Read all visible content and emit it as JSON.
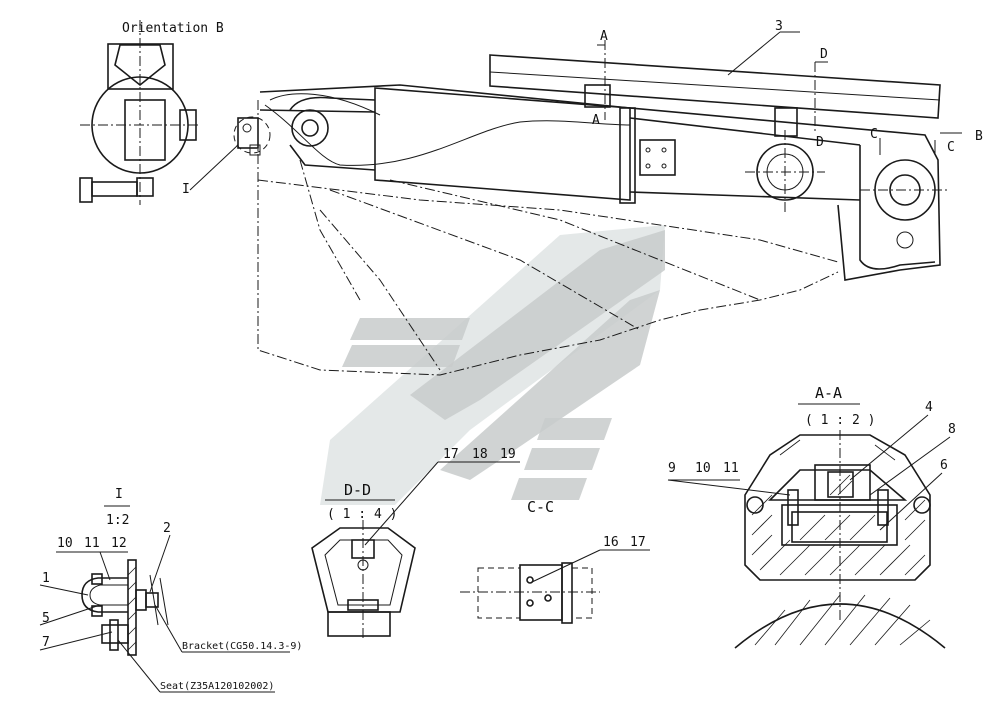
{
  "labels": {
    "orientation": "Orientation B",
    "section_aa": "A-A",
    "scale_aa": "( 1 : 2 )",
    "section_dd": "D-D",
    "scale_dd": "( 1 : 4 )",
    "section_cc": "C-C",
    "detail_i": "I",
    "scale_i": "1:2",
    "bracket": "Bracket(CG50.14.3-9)",
    "seat": "Seat(Z35A120102002)"
  },
  "section_marks": {
    "a_top": "A",
    "a_bottom": "A",
    "d_top": "D",
    "d_bottom": "D",
    "c_left": "C",
    "c_right": "C",
    "b_arrow": "B",
    "detail_ref": "I"
  },
  "part_numbers": {
    "p3": "3",
    "p4": "4",
    "p8": "8",
    "p6": "6",
    "p9": "9",
    "p10_aa": "10",
    "p11_aa": "11",
    "p17_dd": "17",
    "p18_dd": "18",
    "p19_dd": "19",
    "p16_cc": "16",
    "p17_cc": "17",
    "p10_i": "10",
    "p11_i": "11",
    "p12_i": "12",
    "p2_i": "2",
    "p1_i": "1",
    "p5_i": "5",
    "p7_i": "7"
  }
}
